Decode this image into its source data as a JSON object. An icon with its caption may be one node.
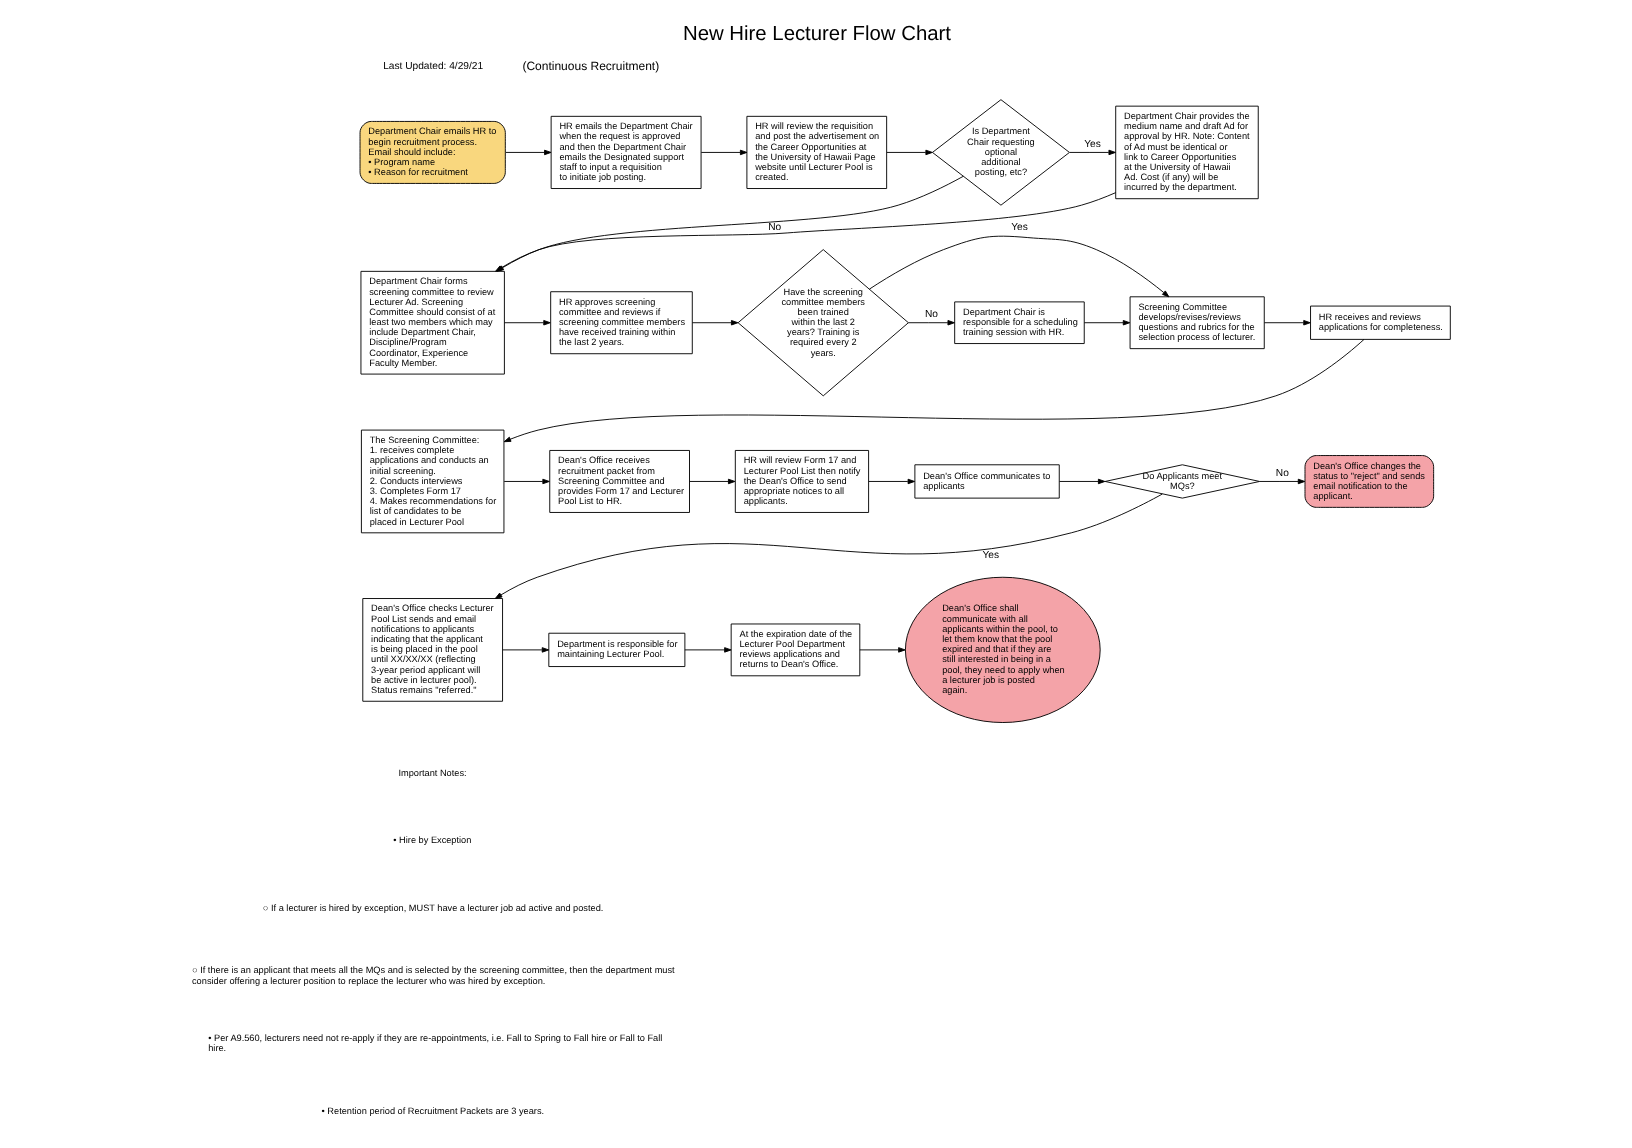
{
  "diagram": {
    "title": "New Hire Lecturer Flow Chart",
    "nodes": [
      {
        "text": [
          "Department Chair emails HR to begin recruitment process. Email should include:",
          "• Program name",
          "• Reason for recruitment"
        ]
      },
      {
        "text": [
          "HR emails the Department Chair when the request is approved and then the Department Chair emails the Designated support staff to input a requisition to initiate job posting."
        ]
      },
      {
        "text": [
          "HR will review the requisition and post the advertisement on the Career Opportunities at the University of Hawaii Page website until Lecturer Pool is created."
        ]
      },
      {
        "text": [
          "Is Department Chair requesting optional additional posting, etc?"
        ]
      },
      {
        "text": [
          "Department Chair provides the medium name and draft Ad for approval by HR. Note: Content of Ad must be identical or link to Career Opportunities at the University of Hawaii Ad. Cost (if any) will be incurred by the department."
        ]
      },
      {
        "text": [
          "Department Chair forms screening committee to review Lecturer Ad. Screening Committee should consist of at least two members which may include Department Chair, Discipline/Program Coordinator, Experience Faculty Member."
        ]
      },
      {
        "text": [
          "HR approves screening committee and reviews if screening committee members have received training within the last 2 years."
        ]
      },
      {
        "text": [
          "Have the screening committee members been trained within the last 2 years? Training is required every 2 years."
        ]
      },
      {
        "text": [
          "Department Chair is responsible for a scheduling training session with HR."
        ]
      },
      {
        "text": [
          "Screening Committee develops/revises/reviews questions and rubrics for the selection process of lecturer."
        ]
      },
      {
        "text": [
          "HR receives and reviews applications for completeness."
        ]
      },
      {
        "text": [
          "The Screening Committee:",
          "1. receives complete applications and conducts an initial screening.",
          "2. Conducts interviews",
          "3. Completes Form 17",
          "4. Makes recommendations for list of candidates to be placed in Lecturer Pool"
        ]
      },
      {
        "text": [
          "Dean's Office receives recruitment packet from Screening Committee and provides Form 17 and Lecturer Pool List to HR."
        ]
      },
      {
        "text": [
          "HR will review Form 17 and Lecturer Pool List then notify the Dean's Office to send appropriate notices to all applicants."
        ]
      },
      {
        "text": [
          "Dean's Office communicates to applicants"
        ]
      },
      {
        "text": [
          "Do Applicants meet MQs?"
        ]
      },
      {
        "text": [
          "Dean's Office changes the status to \"reject\" and sends email notification to the applicant."
        ]
      },
      {
        "text": [
          "Dean's Office checks Lecturer Pool List sends and email notifications to applicants indicating that the applicant is being placed in the pool until XX/XX/XX (reflecting 3-year period applicant will be active in lecturer pool). Status remains \"referred.\""
        ]
      },
      {
        "text": [
          "Department is responsible for maintaining Lecturer Pool."
        ]
      },
      {
        "text": [
          "At the expiration date of the Lecturer Pool Department reviews applications and returns to Dean's Office."
        ]
      },
      {
        "text": [
          "Dean's Office shall communicate with all applicants within the pool, to let them know that the pool expired and that if they are still interested in being in a pool, they need to apply when a lecturer job is posted again."
        ]
      }
    ],
    "edges": [
      {
        "from": 0,
        "to": 1,
        "arrow": "to"
      },
      {
        "from": 1,
        "to": 2,
        "arrow": "to"
      },
      {
        "from": 2,
        "to": 3,
        "arrow": "to"
      },
      {
        "from": 3,
        "to": 4,
        "arrow": "to",
        "label": "Yes"
      },
      {
        "from": 3,
        "to": 5,
        "arrow": "to",
        "label": "No"
      },
      {
        "from": 4,
        "to": 5,
        "arrow": "to"
      },
      {
        "from": 5,
        "to": 6,
        "arrow": "to"
      },
      {
        "from": 6,
        "to": 7,
        "arrow": "to"
      },
      {
        "from": 7,
        "to": 8,
        "arrow": "to",
        "label": "No"
      },
      {
        "from": 7,
        "to": 9,
        "arrow": "to",
        "label": "Yes"
      },
      {
        "from": 8,
        "to": 9,
        "arrow": "to"
      },
      {
        "from": 9,
        "to": 10,
        "arrow": "to"
      },
      {
        "from": 10,
        "to": 11,
        "arrow": "to"
      },
      {
        "from": 11,
        "to": 12,
        "arrow": "to"
      },
      {
        "from": 12,
        "to": 13,
        "arrow": "to"
      },
      {
        "from": 13,
        "to": 14,
        "arrow": "to"
      },
      {
        "from": 14,
        "to": 15,
        "arrow": "to"
      },
      {
        "from": 15,
        "to": 16,
        "arrow": "to",
        "label": "No"
      },
      {
        "from": 15,
        "to": 17,
        "arrow": "to",
        "label": "Yes"
      },
      {
        "from": 17,
        "to": 18,
        "arrow": "to"
      },
      {
        "from": 18,
        "to": 19,
        "arrow": "to"
      },
      {
        "from": 19,
        "to": 20,
        "arrow": "to"
      }
    ],
    "labels": [
      "Last Updated: 4/29/21",
      "(Continuous Recruitment)",
      "Important Notes:",
      "• Hire by Exception",
      "○ If a lecturer is hired by exception, MUST have a lecturer job ad active and posted.",
      "○ If there is an applicant that meets all the MQs and is selected by the screening committee, then the department must consider offering a lecturer position to replace the lecturer who was hired by exception.",
      "• Per A9.560, lecturers need not re-apply if they are re-appointments, i.e. Fall to Spring to Fall hire or Fall to Fall hire.",
      "• Retention period of Recruitment Packets are 3 years."
    ]
  }
}
